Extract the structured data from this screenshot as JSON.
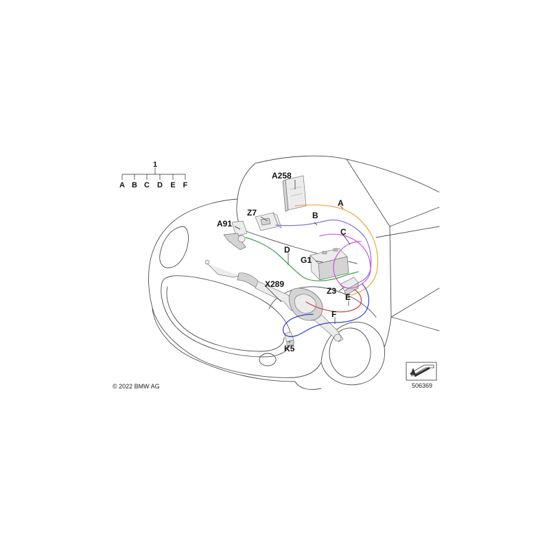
{
  "tree": {
    "root": "1",
    "leaves": [
      "A",
      "B",
      "C",
      "D",
      "E",
      "F"
    ]
  },
  "components": {
    "a258": "A258",
    "z7": "Z7",
    "a91": "A91",
    "g1": "G1",
    "x289": "X289",
    "z3": "Z3",
    "k5": "K5"
  },
  "harness": {
    "a": "A",
    "b": "B",
    "c": "C",
    "d": "D",
    "e": "E",
    "f": "F"
  },
  "wire_colors": {
    "a": "#f0a33c",
    "b": "#8a6fd1",
    "c": "#d24fd8",
    "d": "#3aa33a",
    "e": "#d23c3c",
    "f": "#2c3fc4"
  },
  "footer": {
    "copyright": "© 2022 BMW AG",
    "image_number": "506369"
  },
  "icons": {
    "direction": "front-left-arrow-icon"
  }
}
